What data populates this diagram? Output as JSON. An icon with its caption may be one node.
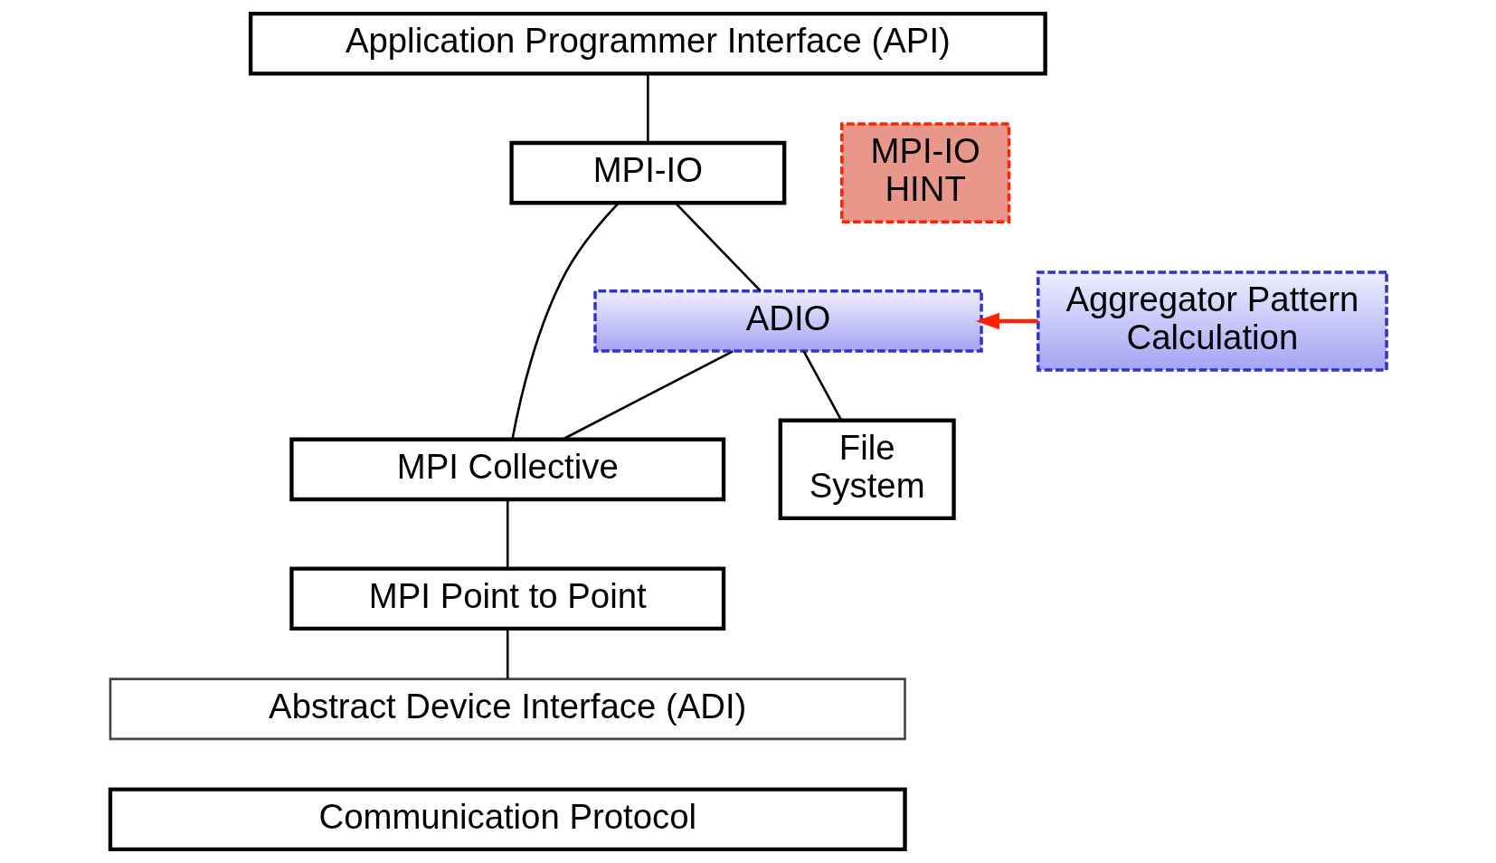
{
  "diagram": {
    "nodes": [
      {
        "text": [
          "Application Programmer Interface (API)"
        ]
      },
      {
        "text": [
          "MPI-IO"
        ]
      },
      {
        "text": [
          "MPI-IO HINT"
        ]
      },
      {
        "text": [
          "ADIO"
        ]
      },
      {
        "text": [
          "Aggregator Pattern Calculation"
        ]
      },
      {
        "text": [
          "MPI Collective"
        ]
      },
      {
        "text": [
          "File System"
        ]
      },
      {
        "text": [
          "MPI Point to Point"
        ]
      },
      {
        "text": [
          "Abstract Device Interface (ADI)"
        ]
      },
      {
        "text": [
          "Communication Protocol"
        ]
      }
    ],
    "edges": [
      {
        "from": 0,
        "to": 1,
        "arrow": "none"
      },
      {
        "from": 1,
        "to": 5,
        "arrow": "none"
      },
      {
        "from": 1,
        "to": 3,
        "arrow": "none"
      },
      {
        "from": 3,
        "to": 5,
        "arrow": "none"
      },
      {
        "from": 3,
        "to": 6,
        "arrow": "none"
      },
      {
        "from": 4,
        "to": 3,
        "arrow": "to",
        "color": "#ff2200"
      },
      {
        "from": 5,
        "to": 7,
        "arrow": "none"
      },
      {
        "from": 7,
        "to": 8,
        "arrow": "none"
      }
    ]
  }
}
